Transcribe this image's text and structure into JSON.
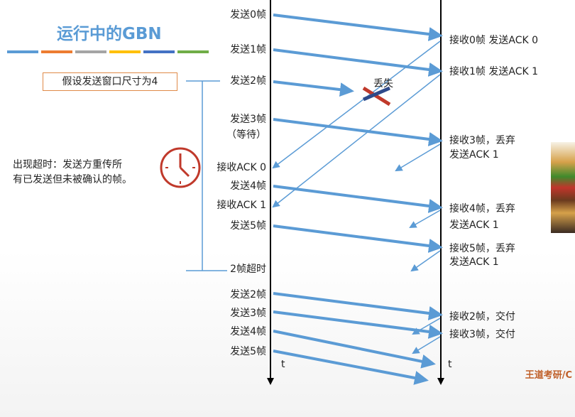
{
  "title": "运行中的GBN",
  "color_bar": [
    "#5b9bd5",
    "#ed7d31",
    "#a5a5a5",
    "#ffc000",
    "#4472c4",
    "#70ad47"
  ],
  "window_note": "假设发送窗口尺寸为4",
  "timeout_note": {
    "line1": "出现超时：发送方重传所",
    "line2": "有已发送但未被确认的帧。"
  },
  "sender_labels": [
    "发送0帧",
    "发送1帧",
    "发送2帧",
    "发送3帧",
    "（等待）",
    "接收ACK 0",
    "发送4帧",
    "接收ACK 1",
    "发送5帧",
    "2帧超时",
    "发送2帧",
    "发送3帧",
    "发送4帧",
    "发送5帧"
  ],
  "receiver_labels": [
    "接收0帧 发送ACK 0",
    "接收1帧 发送ACK 1",
    "接收3帧，丢弃",
    "发送ACK 1",
    "接收4帧，丢弃",
    "发送ACK 1",
    "接收5帧，丢弃",
    "发送ACK 1",
    "接收2帧，交付",
    "接收3帧，交付"
  ],
  "lost_label": "丢失",
  "time_labels": [
    "t",
    "t"
  ],
  "credit": "王道考研/C",
  "colors": {
    "arrow": "#5b9bd5",
    "axis": "#000000",
    "lost_mark": "#c0392b",
    "clock": "#c0392b"
  }
}
